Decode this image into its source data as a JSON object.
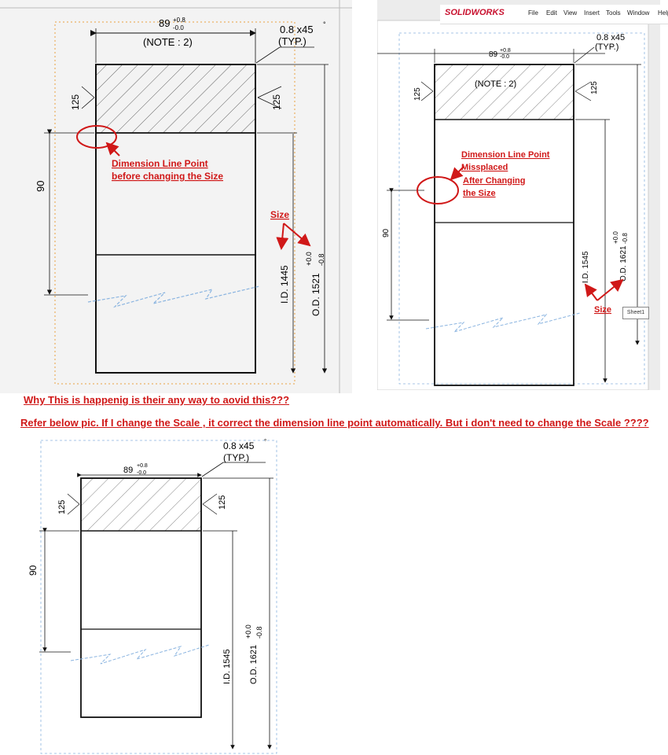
{
  "panel_top_left": {
    "dim_width": "89",
    "dim_width_tol_upper": "+0.8",
    "dim_width_tol_lower": "-0.0",
    "note": "(NOTE : 2)",
    "chamfer": "0.8 x45",
    "chamfer_deg": "°",
    "typ": "(TYP.)",
    "dim_125_left": "125",
    "dim_125_right": "125",
    "dim_90": "90",
    "annotation": "Dimension Line Point",
    "annotation2": "before changing the Size",
    "size_label": "Size",
    "id_dim": "I.D. 1445",
    "od_dim": "O.D. 1521",
    "od_tol_upper": "+0.0",
    "od_tol_lower": "-0.8"
  },
  "panel_top_right": {
    "app_name": "SOLIDWORKS",
    "menu": [
      "File",
      "Edit",
      "View",
      "Insert",
      "Tools",
      "Window",
      "Help"
    ],
    "dim_width": "89",
    "dim_width_tol_upper": "+0.8",
    "dim_width_tol_lower": "-0.0",
    "note": "(NOTE : 2)",
    "chamfer": "0.8 x45",
    "typ": "(TYP.)",
    "dim_125_left": "125",
    "dim_125_right": "125",
    "dim_90": "90",
    "annotation_line1": "Dimension Line Point",
    "annotation_line2": "Missplaced",
    "annotation_line3": "After Changing",
    "annotation_line4": "the Size",
    "size_label": "Size",
    "id_dim": "I.D. 1545",
    "od_dim": "O.D. 1621",
    "od_tol_upper": "+0.0",
    "od_tol_lower": "-0.8",
    "sheet_tab": "Sheet1"
  },
  "question_1": "Why This is happenig is their any way to aovid this???",
  "question_2": "Refer below pic. If I change the Scale , it correct the dimension line point automatically. But i don't need to change the Scale ????",
  "panel_bottom": {
    "dim_width": "89",
    "dim_width_tol_upper": "+0.8",
    "dim_width_tol_lower": "-0.0",
    "chamfer": "0.8 x45",
    "chamfer_deg": "°",
    "typ": "(TYP.)",
    "dim_125_left": "125",
    "dim_125_right": "125",
    "dim_90": "90",
    "id_dim": "I.D. 1545",
    "od_dim": "O.D. 1621",
    "od_tol_upper": "+0.0",
    "od_tol_lower": "-0.8"
  },
  "colors": {
    "annotation_red": "#d01818",
    "line": "#111111",
    "dashed": "#7aa6d6",
    "frame_orange": "#e8a040"
  }
}
